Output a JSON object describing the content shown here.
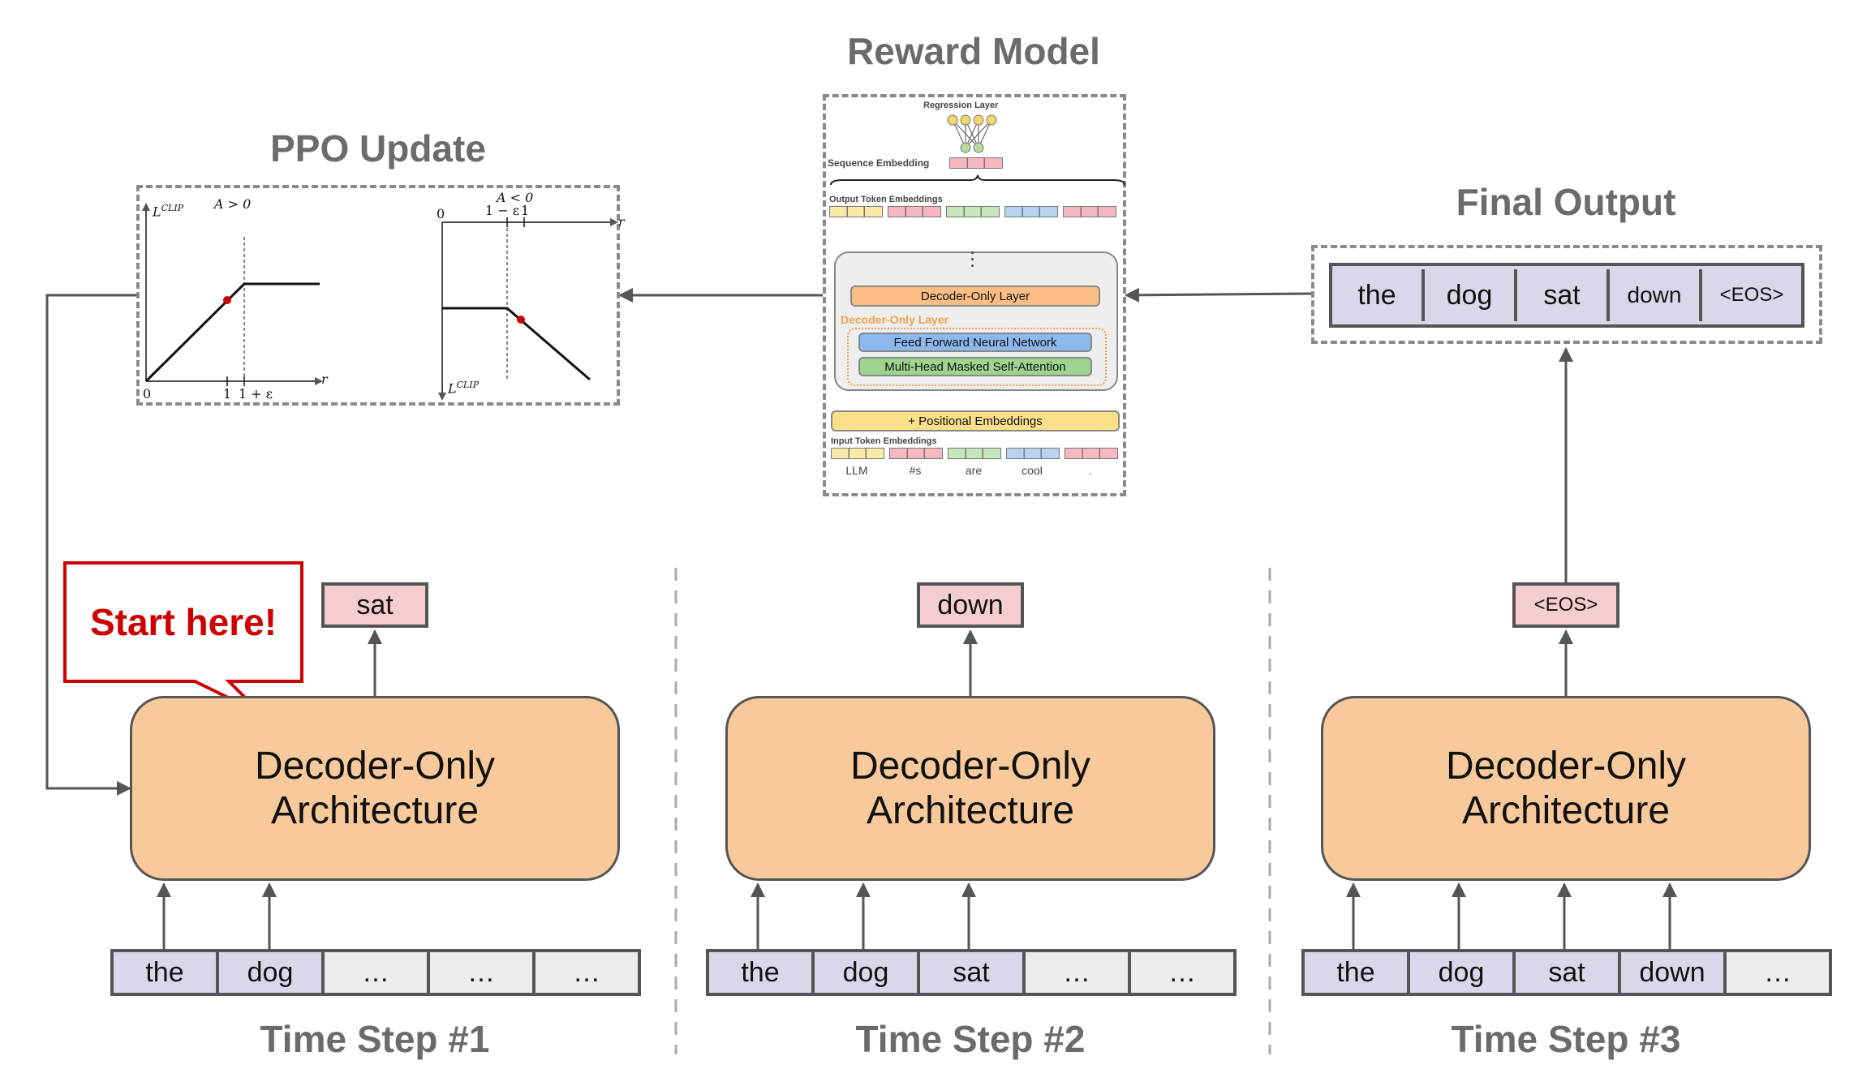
{
  "titles": {
    "reward_model": "Reward Model",
    "ppo_update": "PPO Update",
    "final_output": "Final Output"
  },
  "callout": "Start here!",
  "decoder_label_line1": "Decoder-Only",
  "decoder_label_line2": "Architecture",
  "steps": [
    {
      "label": "Time Step #1",
      "tokens": [
        "the",
        "dog",
        "…",
        "…",
        "…"
      ],
      "output": "sat"
    },
    {
      "label": "Time Step #2",
      "tokens": [
        "the",
        "dog",
        "sat",
        "…",
        "…"
      ],
      "output": "down"
    },
    {
      "label": "Time Step #3",
      "tokens": [
        "the",
        "dog",
        "sat",
        "down",
        "…"
      ],
      "output": "<EOS>"
    }
  ],
  "final_output_tokens": [
    "the",
    "dog",
    "sat",
    "down",
    "<EOS>"
  ],
  "reward_model_inner": {
    "regression_layer": "Regression Layer",
    "sequence_embedding": "Sequence Embedding",
    "output_token_embeddings": "Output Token Embeddings",
    "decoder_only_layer_box": "Decoder-Only Layer",
    "decoder_only_layer_label": "Decoder-Only Layer",
    "feed_forward": "Feed Forward Neural Network",
    "self_attention": "Multi-Head Masked Self-Attention",
    "positional": "+ Positional Embeddings",
    "input_token_embeddings": "Input Token Embeddings",
    "input_words": [
      "LLM",
      "#s",
      "are",
      "cool",
      "."
    ]
  },
  "ppo_plots": {
    "left": {
      "condition": "A > 0",
      "ylabel": "L^CLIP",
      "xlabel": "r",
      "ticks": [
        "0",
        "1",
        "1 + ε"
      ]
    },
    "right": {
      "condition": "A < 0",
      "ylabel": "L^CLIP",
      "xlabel": "r",
      "ticks": [
        "0",
        "1 − ε",
        "1"
      ]
    }
  },
  "colors": {
    "decoder_fill": "#f8c99a",
    "input_token_fill": "#dcd6ea",
    "output_token_fill": "#f5cdd0",
    "callout_red": "#cc0000",
    "title_gray": "#6b6b6b"
  }
}
